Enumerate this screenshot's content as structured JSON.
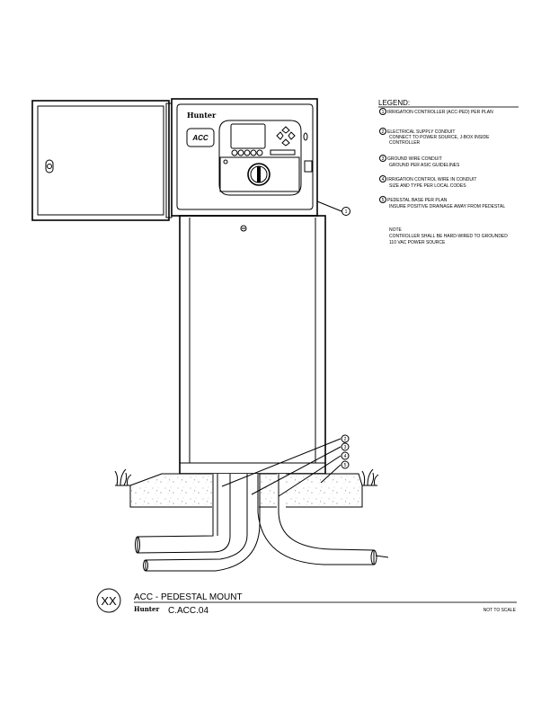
{
  "legend": {
    "title": "LEGEND:",
    "items": [
      {
        "num": "1",
        "lines": [
          "IRRIGATION CONTROLLER (ACC-PED) PER PLAN"
        ]
      },
      {
        "num": "2",
        "lines": [
          "ELECTRICAL SUPPLY CONDUIT",
          "CONNECT TO POWER SOURCE, J-BOX INSIDE",
          "CONTROLLER"
        ]
      },
      {
        "num": "3",
        "lines": [
          "GROUND WIRE CONDUIT",
          "GROUND PER ASIC GUIDELINES"
        ]
      },
      {
        "num": "4",
        "lines": [
          "IRRIGATION CONTROL WIRE IN CONDUIT",
          "SIZE AND TYPE PER LOCAL CODES"
        ]
      },
      {
        "num": "5",
        "lines": [
          "PEDESTAL BASE PER PLAN",
          "INSURE POSITIVE DRAINAGE AWAY FROM PEDESTAL"
        ]
      }
    ],
    "note_title": "NOTE",
    "note_lines": [
      "CONTROLLER SHALL BE HARD-WIRED TO GROUNDED",
      "110 VAC POWER SOURCE"
    ]
  },
  "controller": {
    "brand": "Hunter",
    "badge": "ACC"
  },
  "title_block": {
    "detail_marker": "XX",
    "title": "ACC - PEDESTAL MOUNT",
    "brand": "Hunter",
    "detail_number": "C.ACC.04",
    "scale": "NOT TO SCALE"
  }
}
